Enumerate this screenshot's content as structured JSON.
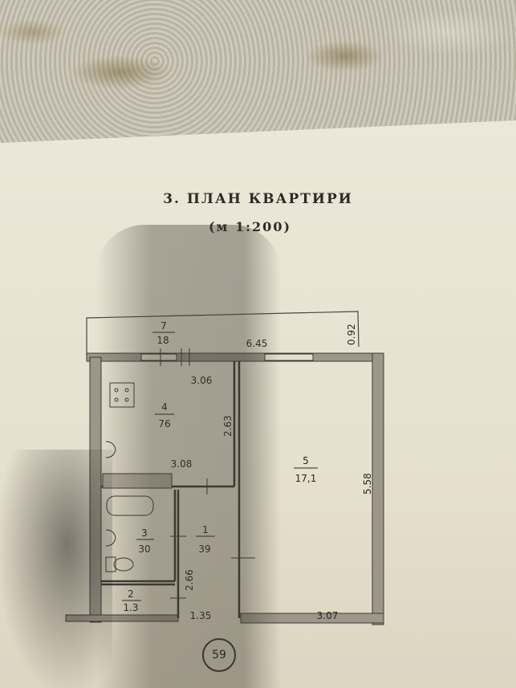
{
  "header": {
    "title": "3. ПЛАН КВАРТИРИ",
    "scale": "(м 1:200)"
  },
  "plan": {
    "rooms": [
      {
        "number": "7",
        "area": "18"
      },
      {
        "number": "4",
        "area": "76"
      },
      {
        "number": "5",
        "area": "17,1"
      },
      {
        "number": "3",
        "area": "30"
      },
      {
        "number": "1",
        "area": "39"
      },
      {
        "number": "2",
        "area": "1.3"
      }
    ],
    "dimensions": {
      "balcony_width": "6.45",
      "balcony_depth": "0.92",
      "kitchen_top": "3.06",
      "kitchen_side": "2.63",
      "kitchen_bottom": "3.08",
      "room_height": "5.58",
      "room_bottom": "3.07",
      "hall_bottom": "1.35",
      "hall_side": "2.66"
    }
  },
  "footer": {
    "page_number": "59"
  }
}
